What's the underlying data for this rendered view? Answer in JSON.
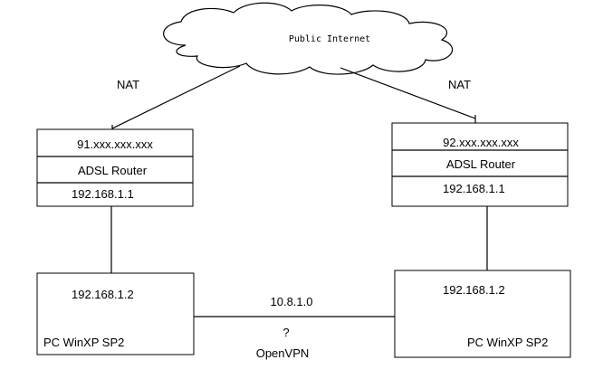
{
  "cloud": {
    "label": "Public Internet"
  },
  "nat_left": "NAT",
  "nat_right": "NAT",
  "router_left": {
    "public_ip": "91.xxx.xxx.xxx",
    "name": "ADSL Router",
    "lan_ip": "192.168.1.1"
  },
  "router_right": {
    "public_ip": "92.xxx.xxx.xxx",
    "name": "ADSL Router",
    "lan_ip": "192.168.1.1"
  },
  "pc_left": {
    "ip": "192.168.1.2",
    "name": "PC WinXP SP2"
  },
  "pc_right": {
    "ip": "192.168.1.2",
    "name": "PC WinXP SP2"
  },
  "vpn": {
    "subnet": "10.8.1.0",
    "question": "?",
    "label": "OpenVPN"
  }
}
